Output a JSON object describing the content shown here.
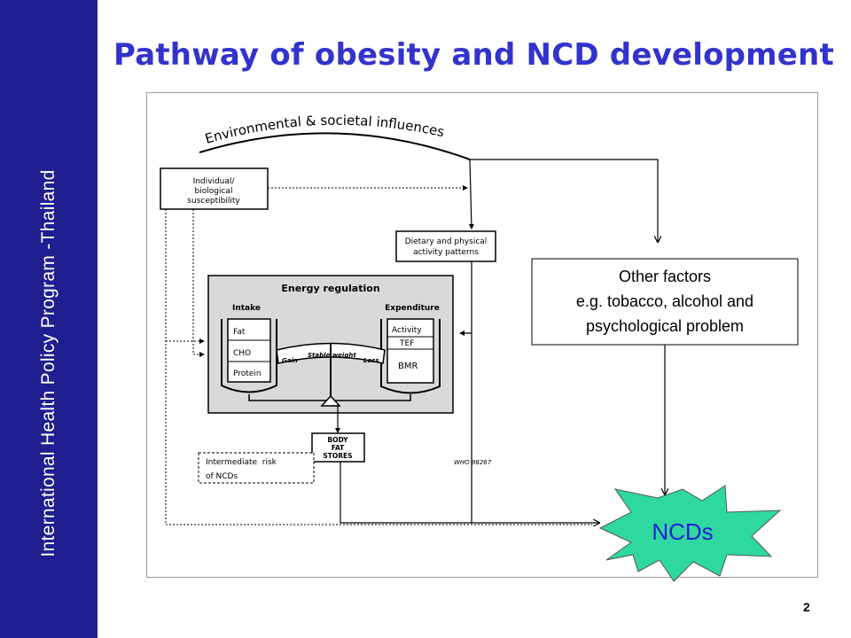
{
  "sidebar": {
    "text": "International Health Policy Program -Thailand"
  },
  "slide": {
    "title": "Pathway of obesity and NCD development",
    "number": "2"
  },
  "diagram": {
    "env_label": "Environmental & societal influences",
    "individual_box": [
      "Individual/",
      "biological",
      "susceptibility"
    ],
    "dietary_box": [
      "Dietary and physical",
      "activity patterns"
    ],
    "energy_regulation": "Energy regulation",
    "intake_label": "Intake",
    "expenditure_label": "Expenditure",
    "intake_items": [
      "Fat",
      "CHO",
      "Protein"
    ],
    "expenditure_items": [
      "Activity",
      "TEF",
      "BMR"
    ],
    "balance_labels": {
      "gain": "Gain",
      "stable": "Stable weight",
      "loss": "Loss"
    },
    "body_fat_box": [
      "BODY",
      "FAT",
      "STORES"
    ],
    "intermediate_box": [
      "Intermediate  risk",
      "of NCDs"
    ],
    "who_ref": "WHO 98267",
    "other_factors": [
      "Other factors",
      "e.g. tobacco, alcohol and",
      "psychological problem"
    ],
    "ncds": "NCDs",
    "colors": {
      "sidebar": "#1f1f8f",
      "title": "#3333cc",
      "ncds_fill": "#2ed8a0",
      "ncds_text": "#1f1fd0",
      "energy_fill": "#d9d9d9"
    }
  }
}
